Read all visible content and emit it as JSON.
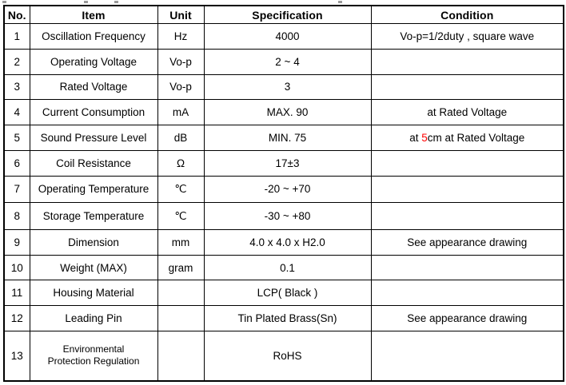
{
  "colors": {
    "text": "#000000",
    "border": "#000000",
    "red": "#ff0000",
    "background": "#ffffff"
  },
  "table": {
    "headers": [
      {
        "label": "No."
      },
      {
        "label": "Item"
      },
      {
        "label": "Unit"
      },
      {
        "label": "Specification"
      },
      {
        "label": "Condition"
      }
    ],
    "rows": [
      {
        "no": "1",
        "item": "Oscillation Frequency",
        "unit": "Hz",
        "spec": "4000",
        "condition": [
          {
            "text": "Vo-p=1/2duty , square wave"
          }
        ]
      },
      {
        "no": "2",
        "item": "Operating Voltage",
        "unit": "Vo-p",
        "spec": "2 ~ 4",
        "condition": []
      },
      {
        "no": "3",
        "item": "Rated Voltage",
        "unit": "Vo-p",
        "spec": "3",
        "condition": []
      },
      {
        "no": "4",
        "item": "Current Consumption",
        "unit": "mA",
        "spec": "MAX. 90",
        "condition": [
          {
            "text": "at Rated Voltage"
          }
        ]
      },
      {
        "no": "5",
        "item": "Sound Pressure Level",
        "unit": "dB",
        "spec": "MIN. 75",
        "condition": [
          {
            "text": "at "
          },
          {
            "text": "5",
            "highlight": "red"
          },
          {
            "text": "cm at Rated Voltage"
          }
        ]
      },
      {
        "no": "6",
        "item": "Coil Resistance",
        "unit": "Ω",
        "spec": "17±3",
        "condition": []
      },
      {
        "no": "7",
        "item": "Operating Temperature",
        "unit": "℃",
        "spec": "-20 ~ +70",
        "condition": []
      },
      {
        "no": "8",
        "item": "Storage Temperature",
        "unit": "℃",
        "spec": "-30 ~ +80",
        "condition": []
      },
      {
        "no": "9",
        "item": "Dimension",
        "unit": "mm",
        "spec": "4.0 x 4.0 x H2.0",
        "condition": [
          {
            "text": "See appearance drawing"
          }
        ]
      },
      {
        "no": "10",
        "item": "Weight (MAX)",
        "unit": "gram",
        "spec": "0.1",
        "condition": []
      },
      {
        "no": "11",
        "item": "Housing Material",
        "unit": "",
        "spec": "LCP( Black )",
        "condition": []
      },
      {
        "no": "12",
        "item": "Leading Pin",
        "unit": "",
        "spec": "Tin Plated Brass(Sn)",
        "condition": [
          {
            "text": "See appearance drawing"
          }
        ]
      },
      {
        "no": "13",
        "item_lines": [
          "Environmental",
          "Protection Regulation"
        ],
        "unit": "",
        "spec": "RoHS",
        "condition": []
      }
    ]
  }
}
